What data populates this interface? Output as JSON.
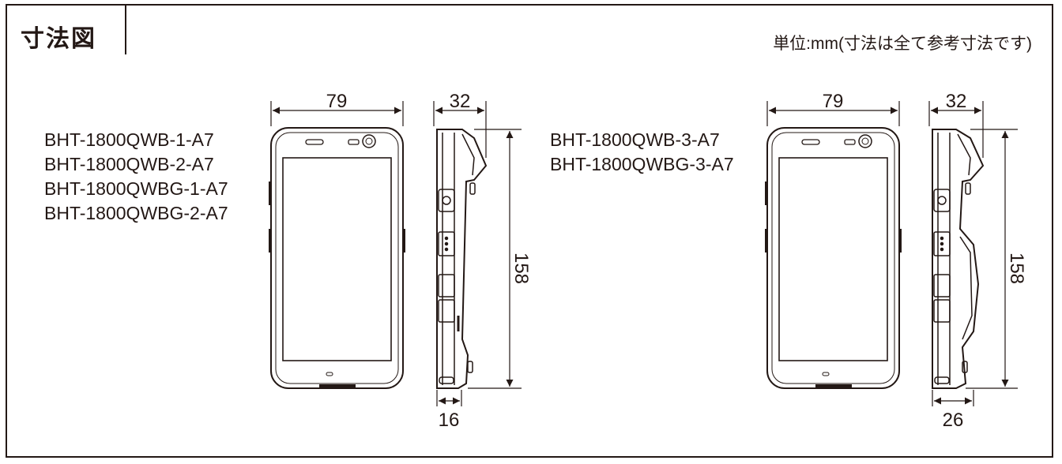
{
  "header": {
    "title": "寸法図",
    "unit_note": "単位:mm(寸法は全て参考寸法です)"
  },
  "left_group": {
    "models": [
      "BHT-1800QWB-1-A7",
      "BHT-1800QWB-2-A7",
      "BHT-1800QWBG-1-A7",
      "BHT-1800QWBG-2-A7"
    ],
    "width": "79",
    "depth_top": "32",
    "height": "158",
    "depth_bottom": "16"
  },
  "right_group": {
    "models": [
      "BHT-1800QWB-3-A7",
      "BHT-1800QWBG-3-A7"
    ],
    "width": "79",
    "depth_top": "32",
    "height": "158",
    "depth_bottom": "26"
  }
}
